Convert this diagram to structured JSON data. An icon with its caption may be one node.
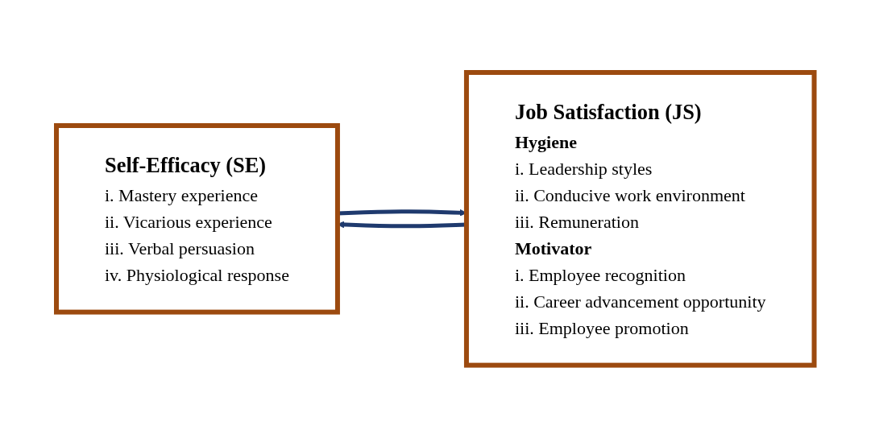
{
  "diagram": {
    "nodes": [
      {
        "text": [
          "Self-Efficacy (SE)",
          "i. Mastery experience",
          "ii. Vicarious experience",
          "iii. Verbal persuasion",
          "iv. Physiological response"
        ]
      },
      {
        "text": [
          "Job Satisfaction (JS)",
          "Hygiene",
          "i. Leadership styles",
          "ii. Conducive work environment",
          "iii. Remuneration",
          "Motivator",
          "i. Employee recognition",
          "ii. Career advancement opportunity",
          "iii. Employee promotion"
        ]
      }
    ],
    "edges": [
      {
        "from": 0,
        "to": 1,
        "arrow": "to"
      },
      {
        "from": 1,
        "to": 0,
        "arrow": "to"
      }
    ]
  }
}
